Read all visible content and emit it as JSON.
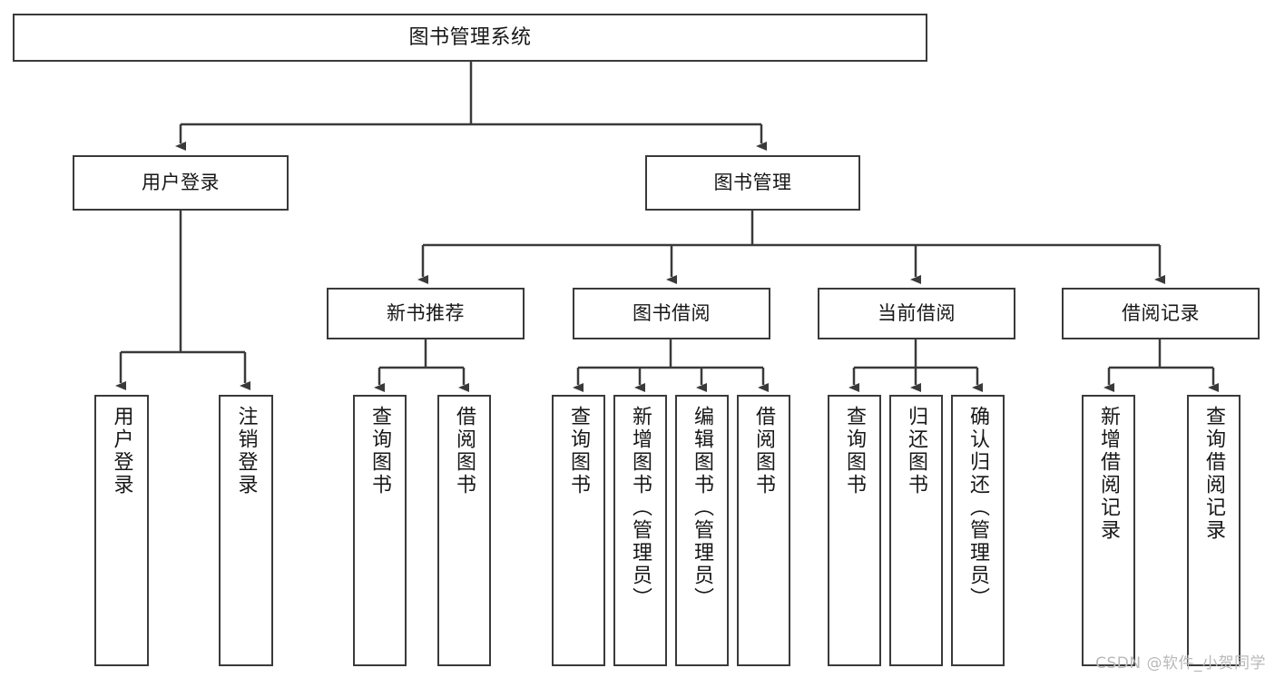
{
  "diagram": {
    "title": "图书管理系统",
    "watermark": "CSDN @软件_小贺同学",
    "root": {
      "label": "图书管理系统"
    },
    "level1": [
      {
        "label": "用户登录"
      },
      {
        "label": "图书管理"
      }
    ],
    "level2": [
      {
        "label": "新书推荐"
      },
      {
        "label": "图书借阅"
      },
      {
        "label": "当前借阅"
      },
      {
        "label": "借阅记录"
      }
    ],
    "leaves": {
      "user_login": [
        {
          "label": "用户登录"
        },
        {
          "label": "注销登录"
        }
      ],
      "new_book": [
        {
          "label": "查询图书"
        },
        {
          "label": "借阅图书"
        }
      ],
      "book_borrow": [
        {
          "label": "查询图书"
        },
        {
          "label": "新增图书（管理员）"
        },
        {
          "label": "编辑图书（管理员）"
        },
        {
          "label": "借阅图书"
        }
      ],
      "current_borrow": [
        {
          "label": "查询图书"
        },
        {
          "label": "归还图书"
        },
        {
          "label": "确认归还（管理员）"
        }
      ],
      "borrow_record": [
        {
          "label": "新增借阅记录"
        },
        {
          "label": "查询借阅记录"
        }
      ]
    },
    "colors": {
      "stroke": "#3a3a3a",
      "fill": "#ffffff",
      "text": "#171717",
      "watermark": "#b9b9b9"
    }
  }
}
